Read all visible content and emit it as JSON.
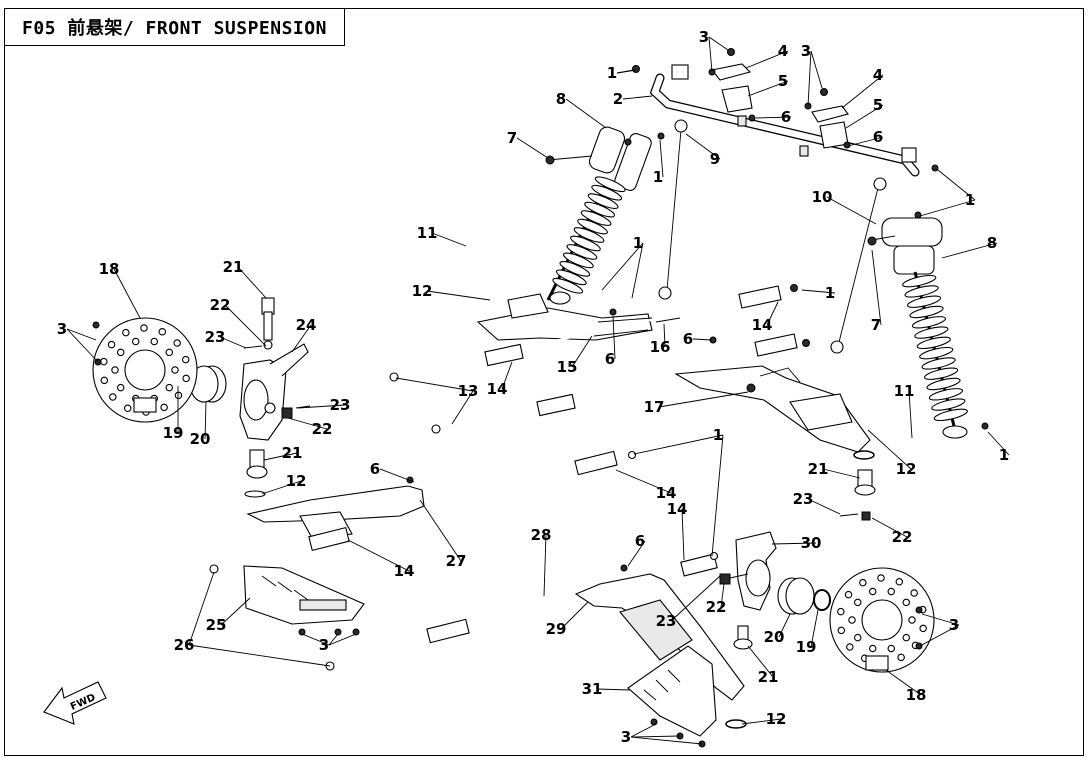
{
  "title": "F05 前悬架/ FRONT SUSPENSION",
  "fwd_label": "FWD",
  "callouts": [
    {
      "id": "c1a",
      "text": "1"
    },
    {
      "id": "c2",
      "text": "2"
    },
    {
      "id": "c3a",
      "text": "3"
    },
    {
      "id": "c4a",
      "text": "4"
    },
    {
      "id": "c5a",
      "text": "5"
    },
    {
      "id": "c6a",
      "text": "6"
    },
    {
      "id": "c3b",
      "text": "3"
    },
    {
      "id": "c4b",
      "text": "4"
    },
    {
      "id": "c5b",
      "text": "5"
    },
    {
      "id": "c6b",
      "text": "6"
    },
    {
      "id": "c8a",
      "text": "8"
    },
    {
      "id": "c7a",
      "text": "7"
    },
    {
      "id": "c1b",
      "text": "1"
    },
    {
      "id": "c9",
      "text": "9"
    },
    {
      "id": "c10",
      "text": "10"
    },
    {
      "id": "c1c",
      "text": "1"
    },
    {
      "id": "c8b",
      "text": "8"
    },
    {
      "id": "c7b",
      "text": "7"
    },
    {
      "id": "c11a",
      "text": "11"
    },
    {
      "id": "c1d",
      "text": "1"
    },
    {
      "id": "c12a",
      "text": "12"
    },
    {
      "id": "c1e",
      "text": "1"
    },
    {
      "id": "c14a",
      "text": "14"
    },
    {
      "id": "c6c",
      "text": "6"
    },
    {
      "id": "c15",
      "text": "15"
    },
    {
      "id": "c16",
      "text": "16"
    },
    {
      "id": "c6d",
      "text": "6"
    },
    {
      "id": "c13",
      "text": "13"
    },
    {
      "id": "c14b",
      "text": "14"
    },
    {
      "id": "c17",
      "text": "17"
    },
    {
      "id": "c11b",
      "text": "11"
    },
    {
      "id": "c1f",
      "text": "1"
    },
    {
      "id": "c12b",
      "text": "12"
    },
    {
      "id": "c18a",
      "text": "18"
    },
    {
      "id": "c3c",
      "text": "3"
    },
    {
      "id": "c21a",
      "text": "21"
    },
    {
      "id": "c22a",
      "text": "22"
    },
    {
      "id": "c23a",
      "text": "23"
    },
    {
      "id": "c24",
      "text": "24"
    },
    {
      "id": "c19a",
      "text": "19"
    },
    {
      "id": "c20a",
      "text": "20"
    },
    {
      "id": "c23b",
      "text": "23"
    },
    {
      "id": "c22b",
      "text": "22"
    },
    {
      "id": "c21b",
      "text": "21"
    },
    {
      "id": "c12c",
      "text": "12"
    },
    {
      "id": "c6e",
      "text": "6"
    },
    {
      "id": "c1g",
      "text": "1"
    },
    {
      "id": "c14c",
      "text": "14"
    },
    {
      "id": "c21c",
      "text": "21"
    },
    {
      "id": "c23c",
      "text": "23"
    },
    {
      "id": "c22c",
      "text": "22"
    },
    {
      "id": "c28",
      "text": "28"
    },
    {
      "id": "c27",
      "text": "27"
    },
    {
      "id": "c14d",
      "text": "14"
    },
    {
      "id": "c6f",
      "text": "6"
    },
    {
      "id": "c30",
      "text": "30"
    },
    {
      "id": "c14e",
      "text": "14"
    },
    {
      "id": "c25",
      "text": "25"
    },
    {
      "id": "c26",
      "text": "26"
    },
    {
      "id": "c3d",
      "text": "3"
    },
    {
      "id": "c29",
      "text": "29"
    },
    {
      "id": "c22d",
      "text": "22"
    },
    {
      "id": "c23d",
      "text": "23"
    },
    {
      "id": "c20b",
      "text": "20"
    },
    {
      "id": "c19b",
      "text": "19"
    },
    {
      "id": "c3e",
      "text": "3"
    },
    {
      "id": "c21d",
      "text": "21"
    },
    {
      "id": "c18b",
      "text": "18"
    },
    {
      "id": "c31",
      "text": "31"
    },
    {
      "id": "c12d",
      "text": "12"
    },
    {
      "id": "c3f",
      "text": "3"
    }
  ]
}
